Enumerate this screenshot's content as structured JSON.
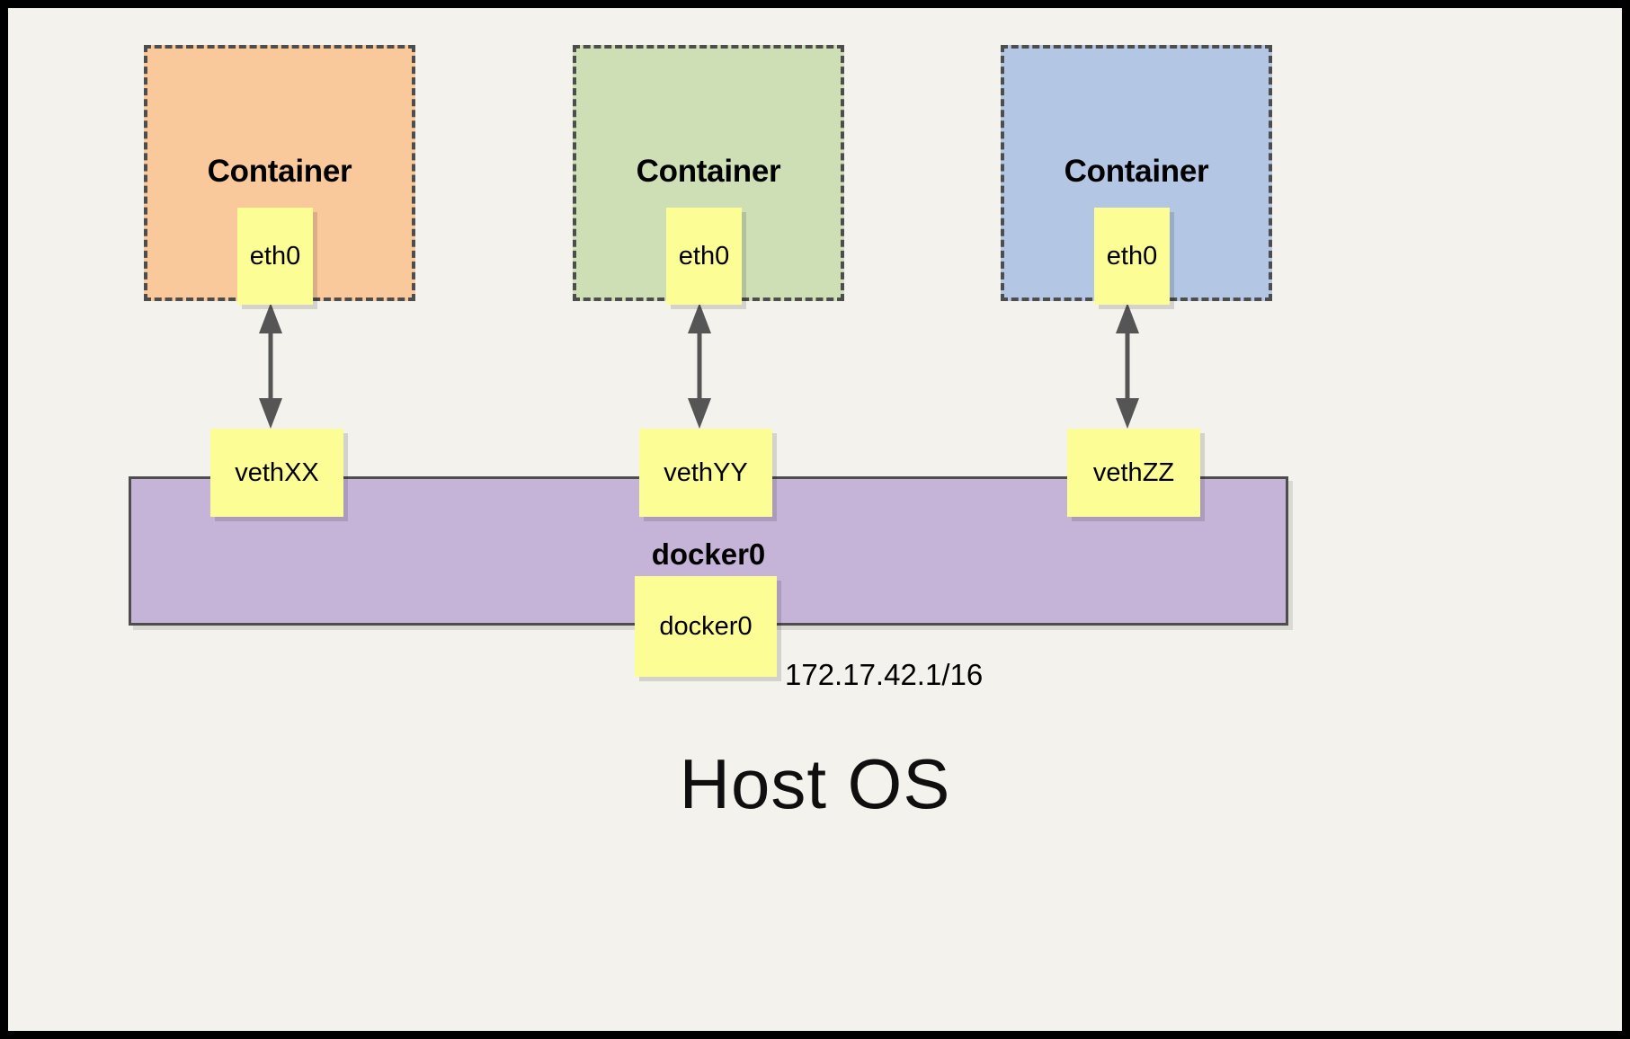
{
  "diagram": {
    "title_caption": "Host OS",
    "frame": {
      "border_color": "#000000",
      "background_color": "#f4f2ec"
    },
    "containers": [
      {
        "id": "container-1",
        "label": "Container",
        "fill_color": "#f9c99c",
        "border_style": "dashed",
        "border_color": "#4d4d4d",
        "interface": {
          "label": "eth0",
          "fill_color": "#fdfd96"
        }
      },
      {
        "id": "container-2",
        "label": "Container",
        "fill_color": "#cedfb5",
        "border_style": "dashed",
        "border_color": "#4d4d4d",
        "interface": {
          "label": "eth0",
          "fill_color": "#fdfd96"
        }
      },
      {
        "id": "container-3",
        "label": "Container",
        "fill_color": "#b3c6e4",
        "border_style": "dashed",
        "border_color": "#4d4d4d",
        "interface": {
          "label": "eth0",
          "fill_color": "#fdfd96"
        }
      }
    ],
    "veth_pairs": [
      {
        "id": "veth-1",
        "label": "vethXX",
        "fill_color": "#fdfd96"
      },
      {
        "id": "veth-2",
        "label": "vethYY",
        "fill_color": "#fdfd96"
      },
      {
        "id": "veth-3",
        "label": "vethZZ",
        "fill_color": "#fdfd96"
      }
    ],
    "bridge": {
      "label": "docker0",
      "fill_color": "#c5b3d8",
      "border_color": "#4d4d4d",
      "interface_label": "docker0",
      "ip_address": "172.17.42.1/16"
    },
    "arrows": {
      "color": "#555555",
      "style": "double-headed-vertical",
      "count": 3
    }
  }
}
